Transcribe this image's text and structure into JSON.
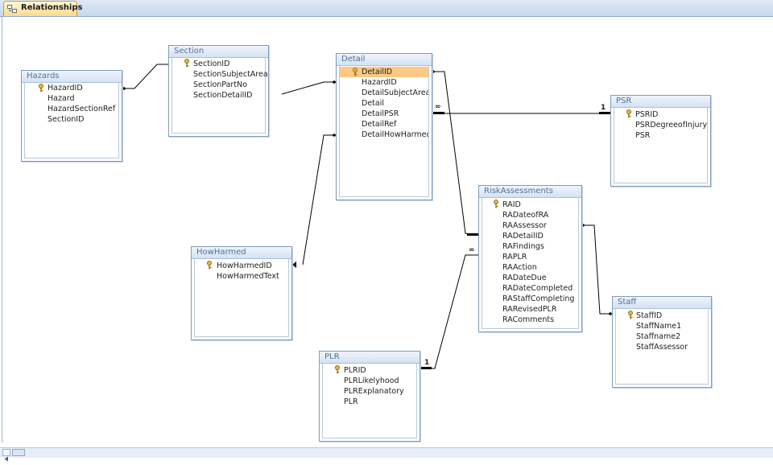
{
  "tab": {
    "label": "Relationships"
  },
  "tables": {
    "hazards": {
      "title": "Hazards",
      "fields": [
        "HazardID",
        "Hazard",
        "HazardSectionRef",
        "SectionID"
      ]
    },
    "section": {
      "title": "Section",
      "fields": [
        "SectionID",
        "SectionSubjectArea",
        "SectionPartNo",
        "SectionDetailID"
      ]
    },
    "detail": {
      "title": "Detail",
      "fields": [
        "DetailID",
        "HazardID",
        "DetailSubjectArea",
        "Detail",
        "DetailPSR",
        "DetailRef",
        "DetailHowHarmedID"
      ]
    },
    "psr": {
      "title": "PSR",
      "fields": [
        "PSRID",
        "PSRDegreeofInjury",
        "PSR"
      ]
    },
    "riskassessments": {
      "title": "RiskAssessments",
      "fields": [
        "RAID",
        "RADateofRA",
        "RAAssessor",
        "RADetailID",
        "RAFindings",
        "RAPLR",
        "RAAction",
        "RADateDue",
        "RADateCompleted",
        "RAStaffCompleting",
        "RARevisedPLR",
        "RAComments"
      ]
    },
    "howharmed": {
      "title": "HowHarmed",
      "fields": [
        "HowHarmedID",
        "HowHarmedText"
      ]
    },
    "staff": {
      "title": "Staff",
      "fields": [
        "StaffID",
        "StaffName1",
        "Staffname2",
        "StaffAssessor"
      ]
    },
    "plr": {
      "title": "PLR",
      "fields": [
        "PLRID",
        "PLRLikelyhood",
        "PLRExplanatory",
        "PLR"
      ]
    }
  },
  "cardinality": {
    "one": "1",
    "many": "∞"
  },
  "colors": {
    "selected_field": "#fbc983",
    "title_text": "#4f6f99",
    "border": "#7f9db9"
  },
  "icons": {
    "tab": "relationships-icon",
    "key": "primary-key-icon"
  }
}
